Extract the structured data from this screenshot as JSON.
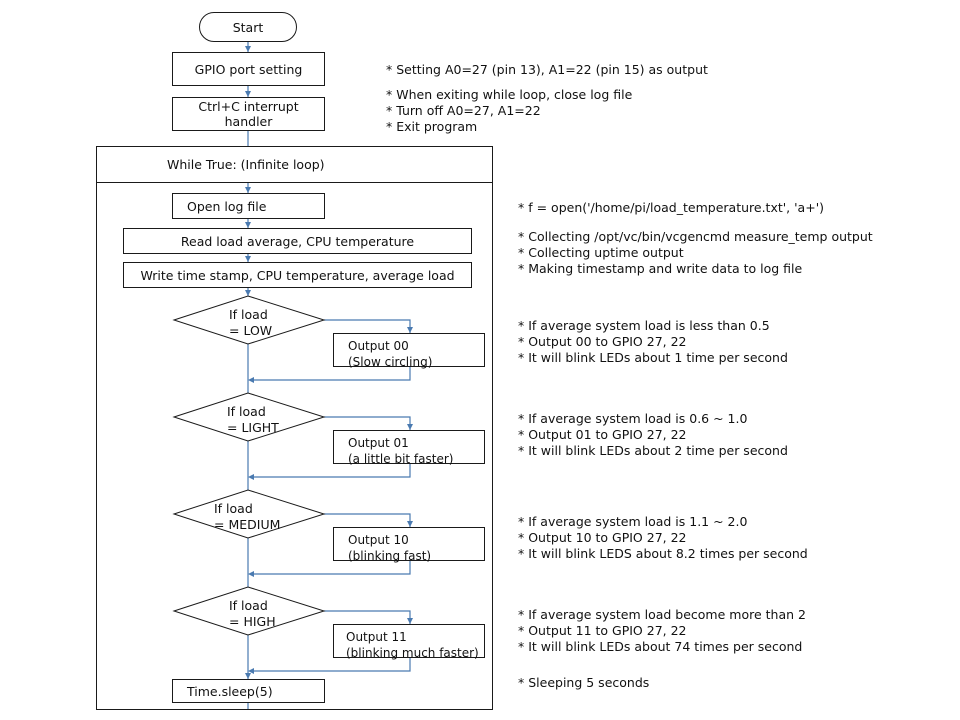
{
  "start": "Start",
  "gpio_setting": "GPIO port setting",
  "interrupt_handler": "Ctrl+C interrupt handler",
  "loop_label": "While True: (Infinite loop)",
  "open_log": "Open log file",
  "read_load": "Read load average, CPU temperature",
  "write_stamp": "Write time stamp, CPU temperature, average load",
  "decisions": [
    {
      "line1": "If load",
      "line2": "= LOW"
    },
    {
      "line1": "If load",
      "line2": "= LIGHT"
    },
    {
      "line1": "If load",
      "line2": "= MEDIUM"
    },
    {
      "line1": "If load",
      "line2": "= HIGH"
    }
  ],
  "outputs": [
    {
      "line1": "Output 00",
      "line2": "(Slow circling)"
    },
    {
      "line1": "Output 01",
      "line2": "(a little bit faster)"
    },
    {
      "line1": "Output 10",
      "line2": "(blinking fast)"
    },
    {
      "line1": "Output 11",
      "line2": "(blinking much faster)"
    }
  ],
  "sleep": "Time.sleep(5)",
  "notes": {
    "gpio": [
      "* Setting A0=27 (pin 13), A1=22 (pin 15) as output"
    ],
    "interrupt": [
      "* When exiting while loop, close log file",
      "* Turn off A0=27, A1=22",
      "* Exit program"
    ],
    "open_log": [
      "* f = open('/home/pi/load_temperature.txt', 'a+')"
    ],
    "read_write": [
      "* Collecting /opt/vc/bin/vcgencmd  measure_temp output",
      "* Collecting uptime output",
      "* Making timestamp and write data to log file"
    ],
    "low": [
      "* If average system load is less than 0.5",
      "* Output 00 to GPIO 27, 22",
      "* It will blink LEDs about 1 time per second"
    ],
    "light": [
      "* If average system load is 0.6 ~ 1.0",
      "* Output 01 to GPIO 27, 22",
      "* It will blink LEDs about 2 time per second"
    ],
    "medium": [
      "* If average system load is 1.1 ~ 2.0",
      "* Output 10 to GPIO 27, 22",
      "* It will blink LEDS about 8.2 times per second"
    ],
    "high": [
      "* If average system load become more than 2",
      "* Output 11 to GPIO 27, 22",
      "* It will blink LEDs about 74 times per second"
    ],
    "sleep": [
      "* Sleeping 5 seconds"
    ]
  },
  "colors": {
    "connector": "#4a7ab0",
    "border": "#1a1a1a"
  }
}
